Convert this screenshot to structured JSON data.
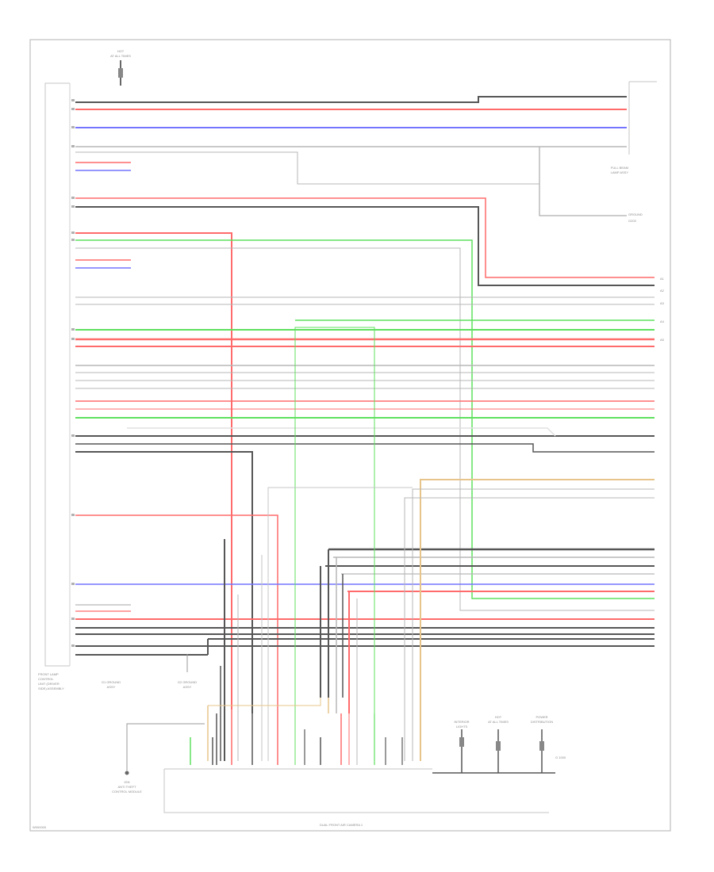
{
  "diagram": {
    "page_code": "W000000",
    "footer_label": "DUAL FRONT AIR CAMERA 1",
    "colors": {
      "red": "#ff6b6b",
      "blue": "#7474ff",
      "green": "#5fe05f",
      "black": "#565656",
      "gray": "#b7b7b7",
      "tan": "#e7c48a"
    },
    "left_module": [
      "FRONT LAMP",
      "CONTROL",
      "UNIT (DRIVER",
      "SIDE) ASSEMBLY"
    ],
    "top_connector": [
      "HOT",
      "AT ALL TIMES"
    ],
    "right_module": [
      "FULL BEAM",
      "LAMP ASSY"
    ],
    "right_ground": [
      "GROUND",
      "G203"
    ],
    "right_pins_upper": [
      "A1",
      "A2",
      "A3",
      "A4",
      "A5"
    ],
    "bottom_unit": [
      "IGN",
      "ANTI THEFT",
      "CONTROL MODULE"
    ],
    "bottom_connectors": [
      [
        "INTERIOR",
        "LIGHTS"
      ],
      [
        "HOT",
        "AT ALL TIMES"
      ],
      [
        "POWER",
        "DISTRIBUTION"
      ]
    ],
    "ground_labels": [
      [
        "G1 GROUND",
        "ASSY"
      ],
      [
        "G2 GROUND",
        "ASSY"
      ]
    ],
    "bottom_right_note": "G 1000"
  }
}
